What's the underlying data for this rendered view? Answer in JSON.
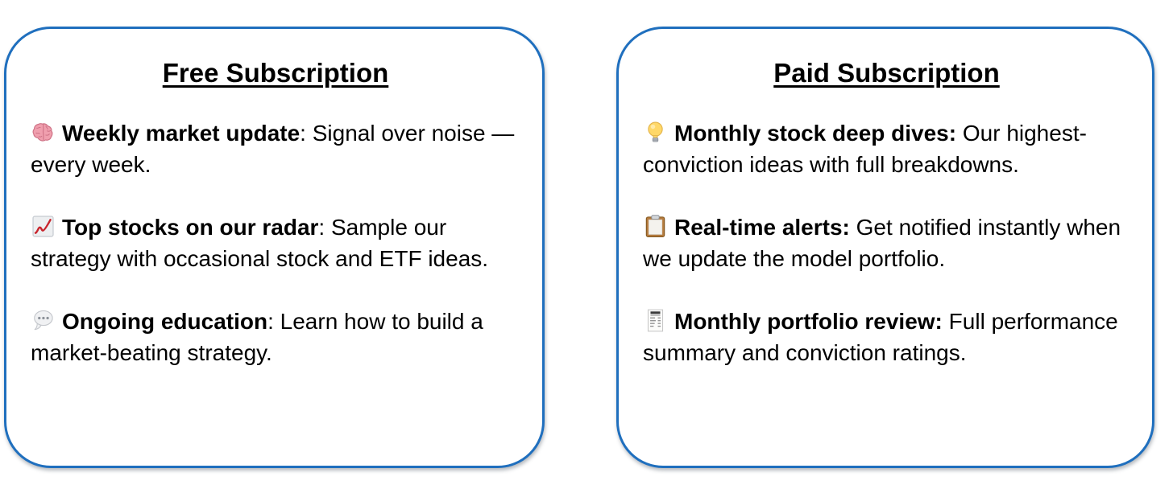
{
  "page": {
    "background_color": "#ffffff",
    "text_color": "#000000",
    "card_border_color": "#1f6fbe"
  },
  "cards": [
    {
      "title": "Free Subscription",
      "features": [
        {
          "icon": "brain-icon",
          "emoji": "🧠",
          "bold": "Weekly market update",
          "rest": ": Signal over noise — every week."
        },
        {
          "icon": "chart-increasing-icon",
          "emoji": "📈",
          "bold": "Top stocks on our radar",
          "rest": ": Sample our strategy with occasional stock and ETF ideas."
        },
        {
          "icon": "speech-balloon-icon",
          "emoji": "💬",
          "bold": "Ongoing education",
          "rest": ": Learn how to build a market-beating strategy."
        }
      ]
    },
    {
      "title": "Paid Subscription",
      "features": [
        {
          "icon": "light-bulb-icon",
          "emoji": "💡",
          "bold": "Monthly stock deep dives:",
          "rest": " Our highest-conviction ideas with full breakdowns."
        },
        {
          "icon": "clipboard-icon",
          "emoji": "📋",
          "bold": "Real-time alerts:",
          "rest": " Get notified instantly when we update the model portfolio."
        },
        {
          "icon": "receipt-icon",
          "emoji": "🧾",
          "bold": "Monthly portfolio review:",
          "rest": " Full performance summary and conviction ratings."
        }
      ]
    }
  ]
}
